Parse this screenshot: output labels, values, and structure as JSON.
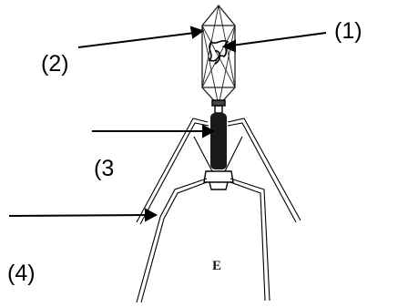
{
  "labels": {
    "one": "(1)",
    "two": "(2)",
    "three": "(3",
    "four": "(4)",
    "letter": "E"
  },
  "colors": {
    "ink": "#000000",
    "body_fill": "#ffffff",
    "tail_sheath": "#1a1a1a"
  }
}
